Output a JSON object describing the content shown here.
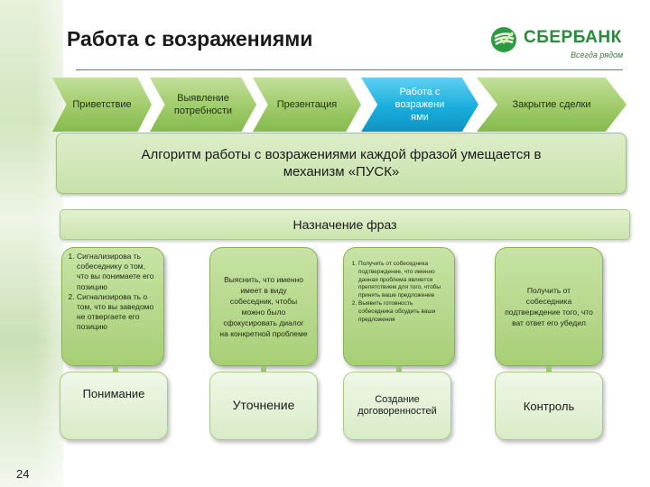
{
  "slide": {
    "title": "Работа с возражениями",
    "page_number": "24"
  },
  "logo": {
    "name": "СБЕРБАНК",
    "tagline": "Всегда рядом"
  },
  "process_steps": [
    {
      "label": "Приветствие",
      "active": false
    },
    {
      "label": "Выявление потребности",
      "active": false
    },
    {
      "label": "Презентация",
      "active": false
    },
    {
      "label": "Работа с возражени ями",
      "active": true
    },
    {
      "label": "Закрытие сделки",
      "active": false
    }
  ],
  "algorithm": {
    "line1": "Алгоритм работы с возражениями каждой фразой умещается в",
    "line2": "механизм «ПУСК»"
  },
  "purpose_header": "Назначение фраз",
  "columns": [
    {
      "items": [
        "Сигнализирова ть собеседнику о том, что вы понимаете его позицию",
        "Сигнализирова ть о том, что вы заведомо не отвергаете его позицию"
      ],
      "stage": "Понимание"
    },
    {
      "text": "Выяснить, что именно имеет в виду собеседник, чтобы можно было сфокусировать диалог на конкретной проблеме",
      "stage": "Уточнение"
    },
    {
      "items": [
        "Получить от собеседника подтверждение, что именно данная проблема является препятствием для того, чтобы принять ваше предложение",
        "Выявить готовность собеседника обсудить ваши предложения"
      ],
      "stage": "Создание договоренностей"
    },
    {
      "text": "Получить от собеседника подтверждение того, что ват ответ его убедил",
      "stage": "Контроль"
    }
  ],
  "colors": {
    "brand_green": "#2b8a3a",
    "active_step": "#1aaedc",
    "step_green": "#9fcb69"
  }
}
